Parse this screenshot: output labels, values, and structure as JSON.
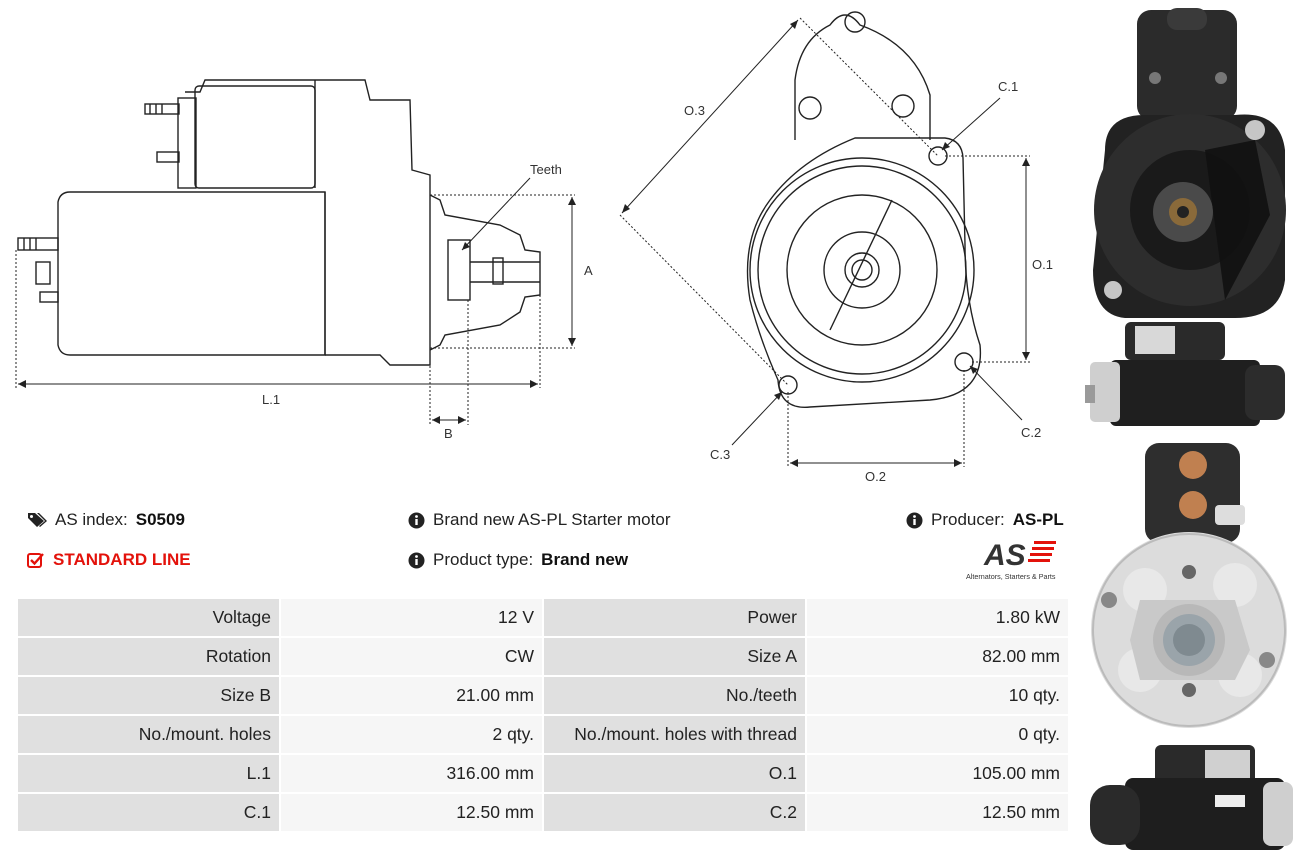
{
  "drawing": {
    "side_labels": {
      "teeth": "Teeth",
      "a": "A",
      "l1": "L.1",
      "b": "B"
    },
    "front_labels": {
      "o3": "O.3",
      "c1": "C.1",
      "o1": "O.1",
      "c2": "C.2",
      "c3": "C.3",
      "o2": "O.2"
    }
  },
  "info": {
    "as_index_label": "AS index:",
    "as_index_value": "S0509",
    "line_label": "STANDARD LINE",
    "description": "Brand new AS-PL Starter motor",
    "product_type_label": "Product type:",
    "product_type_value": "Brand new",
    "producer_label": "Producer:",
    "producer_value": "AS-PL"
  },
  "logo": {
    "mark": "AS",
    "tagline": "Alternators, Starters & Parts",
    "color": "#e3120b"
  },
  "specs": [
    [
      "Voltage",
      "12 V",
      "Power",
      "1.80 kW"
    ],
    [
      "Rotation",
      "CW",
      "Size A",
      "82.00 mm"
    ],
    [
      "Size B",
      "21.00 mm",
      "No./teeth",
      "10 qty."
    ],
    [
      "No./mount. holes",
      "2 qty.",
      "No./mount. holes with thread",
      "0 qty."
    ],
    [
      "L.1",
      "316.00 mm",
      "O.1",
      "105.00 mm"
    ],
    [
      "C.1",
      "12.50 mm",
      "C.2",
      "12.50 mm"
    ]
  ]
}
